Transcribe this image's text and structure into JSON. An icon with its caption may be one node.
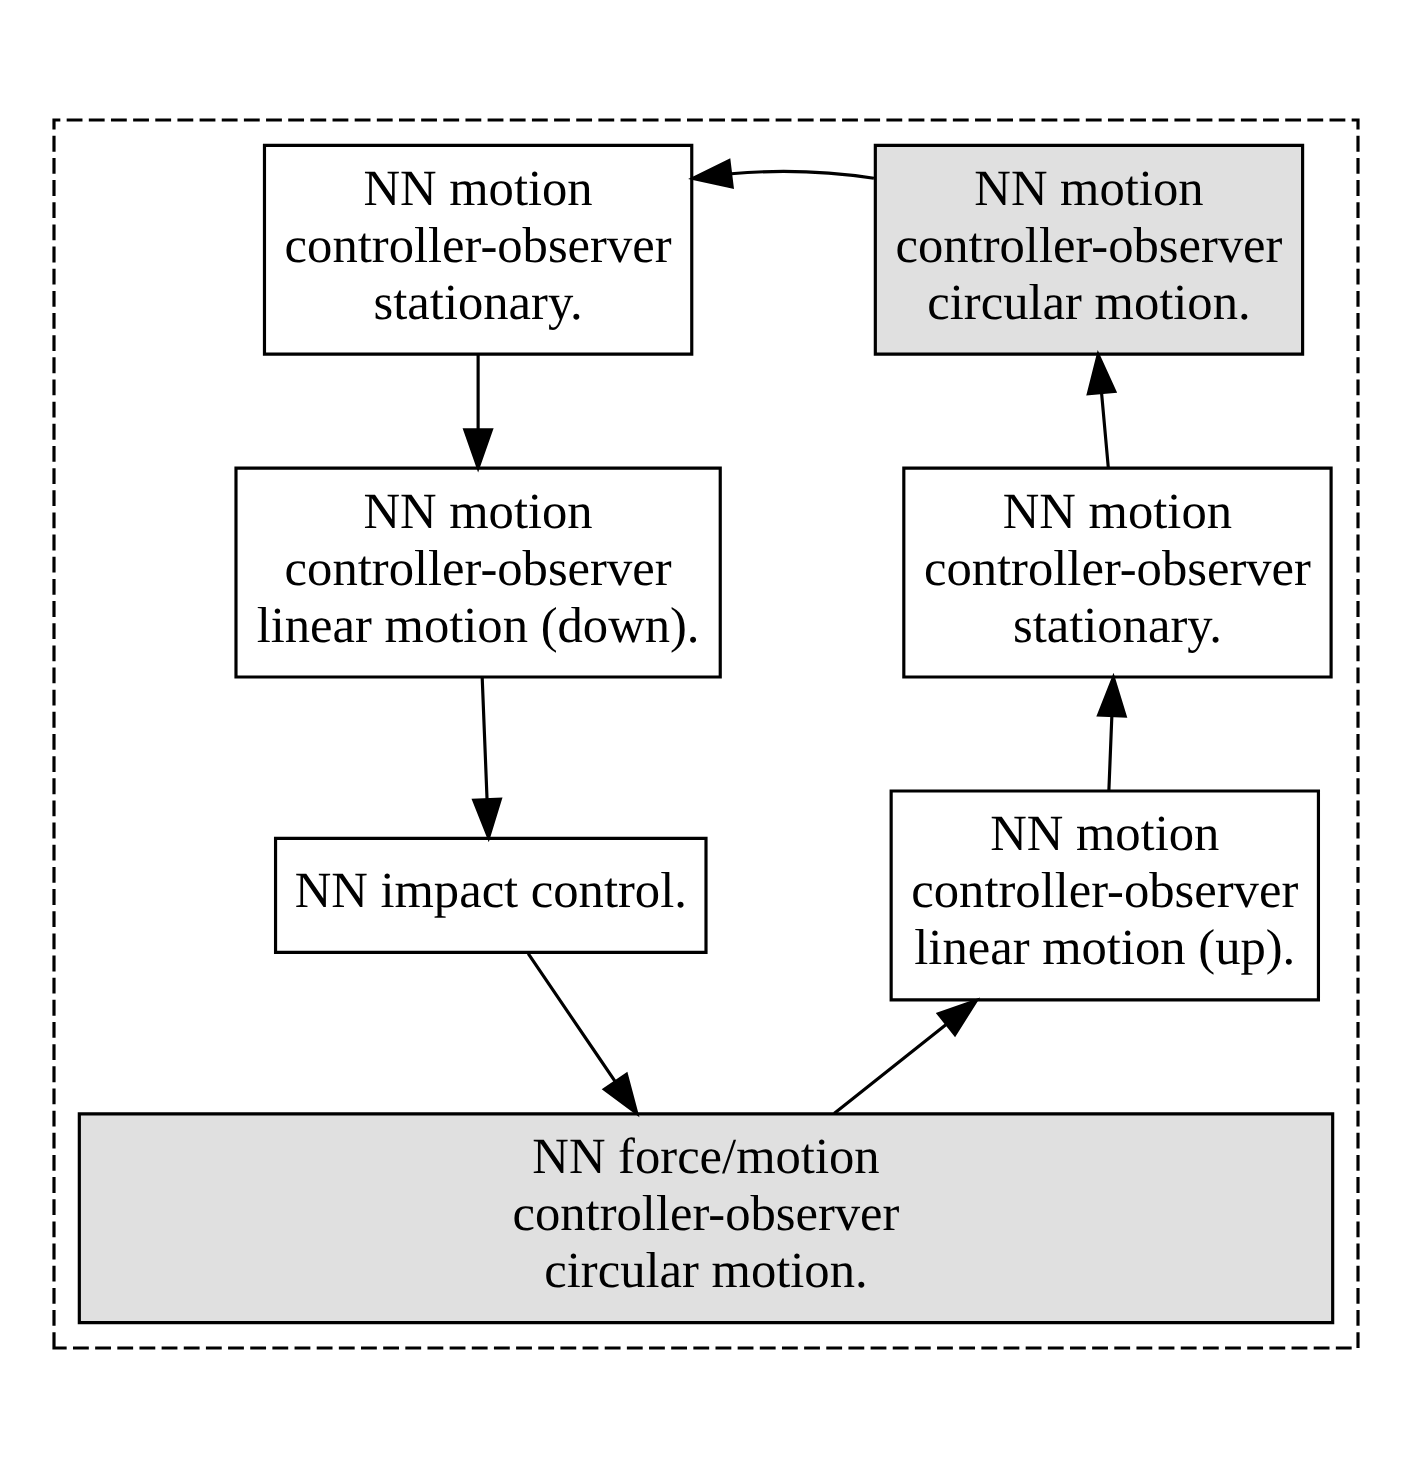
{
  "diagram": {
    "nodes": [
      {
        "text": [],
        "shape": "box"
      },
      {
        "text": [
          "NN motion controller-observer stationary."
        ],
        "in": 0
      },
      {
        "text": [
          "NN motion controller-observer circular motion."
        ],
        "in": 0
      },
      {
        "text": [
          "NN motion controller-observer linear motion (down)."
        ],
        "in": 0
      },
      {
        "text": [
          "NN motion controller-observer stationary."
        ],
        "in": 0
      },
      {
        "text": [
          "NN impact control."
        ],
        "in": 0
      },
      {
        "text": [
          "NN motion controller-observer linear motion (up)."
        ],
        "in": 0
      },
      {
        "text": [
          "NN force/motion controller-observer circular motion."
        ],
        "in": 0
      }
    ],
    "edges": [
      {
        "from": 2,
        "to": 1,
        "arrow": "to"
      },
      {
        "from": 1,
        "to": 3,
        "arrow": "to"
      },
      {
        "from": 3,
        "to": 5,
        "arrow": "to"
      },
      {
        "from": 5,
        "to": 7,
        "arrow": "to"
      },
      {
        "from": 7,
        "to": 6,
        "arrow": "to"
      },
      {
        "from": 6,
        "to": 4,
        "arrow": "to"
      },
      {
        "from": 4,
        "to": 2,
        "arrow": "to"
      }
    ]
  }
}
